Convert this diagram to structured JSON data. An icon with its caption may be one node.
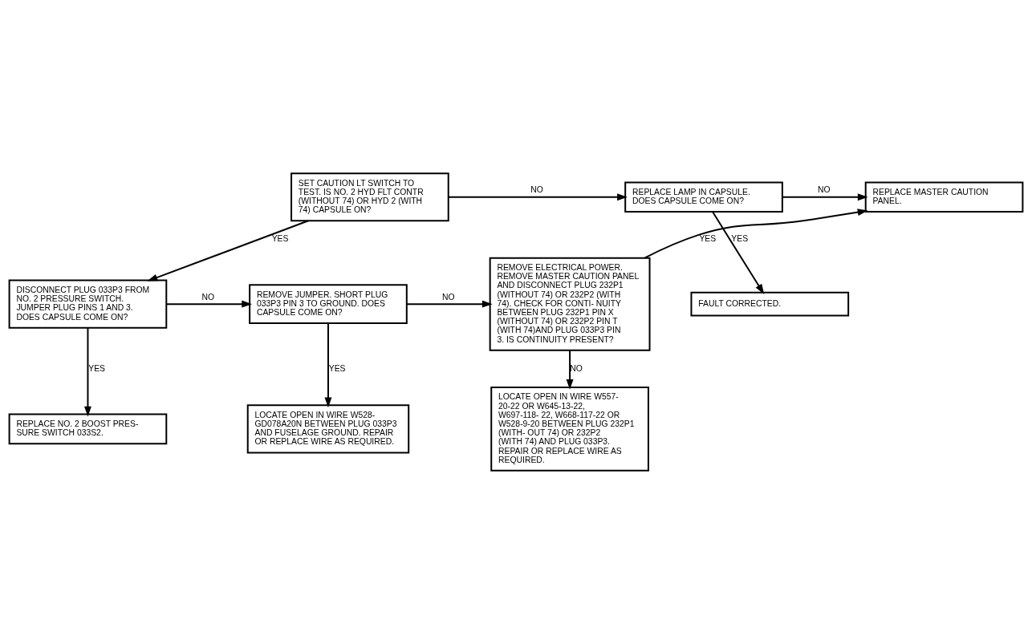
{
  "diagram": {
    "nodes": [
      {
        "text": [
          "SET CAUTION LT SWITCH TO TEST. IS NO. 2 HYD FLT CONTR (WITHOUT 74) OR HYD 2 (WITH 74) CAPSULE ON?"
        ]
      },
      {
        "text": [
          "REPLACE LAMP IN CAPSULE. DOES CAPSULE COME ON?"
        ]
      },
      {
        "text": [
          "REPLACE MASTER CAUTION PANEL."
        ]
      },
      {
        "text": [
          "FAULT CORRECTED."
        ]
      },
      {
        "text": [
          "DISCONNECT PLUG 033P3 FROM NO. 2 PRESSURE SWITCH. JUMPER PLUG PINS 1 AND 3. DOES CAPSULE COME ON?"
        ]
      },
      {
        "text": [
          "REMOVE JUMPER. SHORT PLUG 033P3 PIN 3 TO GROUND. DOES CAPSULE COME ON?"
        ]
      },
      {
        "text": [
          "REMOVE ELECTRICAL POWER. REMOVE MASTER CAUTION PANEL AND DISCONNECT PLUG 232P1 (WITHOUT 74) OR 232P2 (WITH 74). CHECK FOR CONTI- NUITY BETWEEN PLUG 232P1 PIN X (WITHOUT 74) OR 232P2 PIN T (WITH 74)AND PLUG 033P3 PIN 3. IS CONTINUITY PRESENT?"
        ]
      },
      {
        "text": [
          "REPLACE NO. 2 BOOST PRES- SURE SWITCH 033S2."
        ]
      },
      {
        "text": [
          "LOCATE OPEN IN WIRE W528- GD078A20N BETWEEN PLUG 033P3 AND FUSELAGE GROUND. REPAIR OR REPLACE WIRE AS REQUIRED."
        ]
      },
      {
        "text": [
          "LOCATE OPEN IN WIRE W557- 20-22 OR W645-13-22, W697-118- 22, W668-117-22 OR W528-9-20 BETWEEN PLUG 232P1 (WITH- OUT 74) OR 232P2 (WITH 74) AND PLUG 033P3. REPAIR OR REPLACE WIRE AS REQUIRED."
        ]
      }
    ],
    "edges": [
      {
        "from": 0,
        "to": 1,
        "arrow": "to",
        "label": "NO"
      },
      {
        "from": 1,
        "to": 2,
        "arrow": "to",
        "label": "NO"
      },
      {
        "from": 1,
        "to": 3,
        "arrow": "to",
        "label": "YES"
      },
      {
        "from": 0,
        "to": 4,
        "arrow": "to",
        "label": "YES"
      },
      {
        "from": 4,
        "to": 5,
        "arrow": "to",
        "label": "NO"
      },
      {
        "from": 5,
        "to": 6,
        "arrow": "to",
        "label": "NO"
      },
      {
        "from": 6,
        "to": 2,
        "arrow": "to",
        "label": "YES"
      },
      {
        "from": 4,
        "to": 7,
        "arrow": "to",
        "label": "YES"
      },
      {
        "from": 5,
        "to": 8,
        "arrow": "to",
        "label": "YES"
      },
      {
        "from": 6,
        "to": 9,
        "arrow": "to",
        "label": "NO"
      }
    ]
  }
}
